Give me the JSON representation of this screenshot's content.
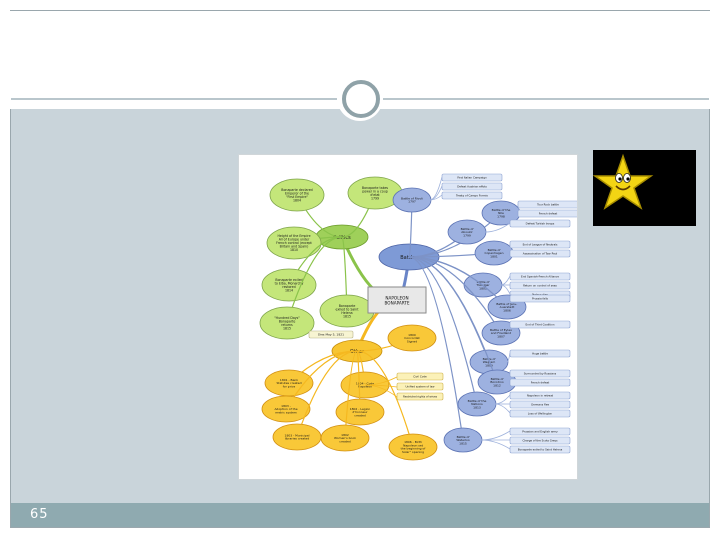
{
  "slide": {
    "page_number": "65"
  },
  "mindmap": {
    "center": [
      "NAPOLEON",
      "BONAPARTE"
    ],
    "politics": {
      "label": "Politics",
      "items": [
        [
          "Bonaparte declared",
          "Emperor of the",
          "\"First Empire\"",
          "1804"
        ],
        [
          "Bonaparte takes",
          "power in a coup",
          "d'etat",
          "1799"
        ],
        [
          "Height of the Empire",
          "All of Europe under",
          "French control (except",
          "Britain and Spain)",
          "1810"
        ],
        [
          "Bonaparte exiled",
          "to Elba, Monarchy",
          "restored",
          "1814"
        ],
        [
          "\"Hundred Days\"",
          "Bonaparte",
          "returns",
          "1815"
        ],
        [
          "Bonaparte",
          "exiled to Saint",
          "Helena",
          "1815"
        ]
      ],
      "date": "Dies May 5, 1821"
    },
    "battles": {
      "label": "Battles",
      "items": [
        {
          "name": [
            "Battle of Rivoli",
            "1797"
          ],
          "notes": [
            "First Italian Campaign",
            "Defeat Austrian effots",
            "Treaty of Campo Formio"
          ]
        },
        {
          "name": [
            "Battle of the",
            "Nile",
            "1798"
          ],
          "notes": [
            "Tour Rock battle",
            "French defeat"
          ]
        },
        {
          "name": [
            "Battle of",
            "Aboukir",
            "1799"
          ],
          "notes": [
            "Defeat Turkish troops"
          ]
        },
        {
          "name": [
            "Battle of",
            "Copenhagen",
            "1801"
          ],
          "notes": [
            "End of League of Neutrals",
            "Assassination of Tsar Paul"
          ]
        },
        {
          "name": [
            "Battle of",
            "Trafalgar",
            "1805"
          ],
          "notes": [
            "End Spanish-French Alliance",
            "Return on control of seas",
            "Nelson dies"
          ]
        },
        {
          "name": [
            "Battle of Jena-",
            "Auerstadt",
            "1806"
          ],
          "notes": [
            "Prussia falls"
          ]
        },
        {
          "name": [
            "Battle of Eylau",
            "and Friedland",
            "1807"
          ],
          "notes": [
            "End of Third Coalition"
          ]
        },
        {
          "name": [
            "Battle of",
            "Wagram",
            "1809"
          ],
          "notes": [
            "Huge battle"
          ]
        },
        {
          "name": [
            "Battle of",
            "Borodino",
            "1812"
          ],
          "notes": [
            "Surrounded by Russians",
            "French defeat"
          ]
        },
        {
          "name": [
            "Battle of the",
            "Nations",
            "1813"
          ],
          "notes": [
            "Napoleon in retreat",
            "Germans flee",
            "Loss of Wellington"
          ]
        },
        {
          "name": [
            "Battle of",
            "Waterloo",
            "1815"
          ],
          "notes": [
            "Prussian and English army",
            "Charge of the Scots Greys",
            "Bonaparte exiled to Saint Helena"
          ]
        }
      ]
    },
    "other": {
      "label": "Other",
      "items": [
        [
          "1800",
          "Concordat",
          "Signed"
        ],
        [
          "1801 - Bank",
          "Statutes created",
          "for price"
        ],
        [
          "1804 - Code",
          "Napoleon"
        ],
        [
          "1803 -",
          "Adoption of the",
          "metric system"
        ],
        [
          "1802 - Legion",
          "d'honneur",
          "created"
        ],
        [
          "1803 - Municipal",
          "libraries created"
        ],
        [
          "1802",
          "Women's book",
          "created"
        ],
        [
          "1806 - Birth",
          "Napoleon set",
          "the beginning of",
          "Solar\" opening"
        ]
      ],
      "code_notes": [
        "Civil Code",
        "Unified system of law",
        "Restricted rights of wives"
      ]
    }
  },
  "decor": {
    "star_icon": "smiling-star-icon"
  }
}
